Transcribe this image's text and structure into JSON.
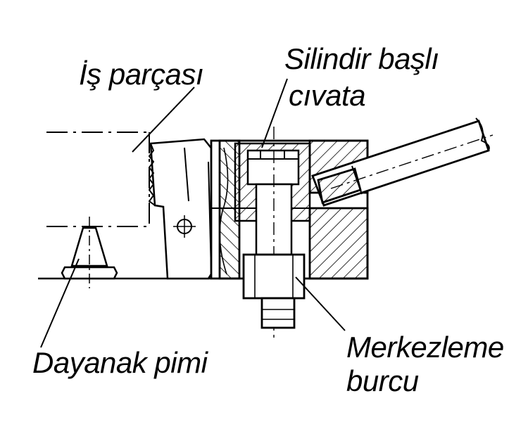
{
  "labels": {
    "workpiece": "İş parçası",
    "cap_screw_line1": "Silindir başlı",
    "cap_screw_line2": "cıvata",
    "stop_pin": "Dayanak pimi",
    "centering_bush_line1": "Merkezleme",
    "centering_bush_line2": "burcu"
  },
  "colors": {
    "ink": "#000000",
    "background": "#ffffff"
  }
}
